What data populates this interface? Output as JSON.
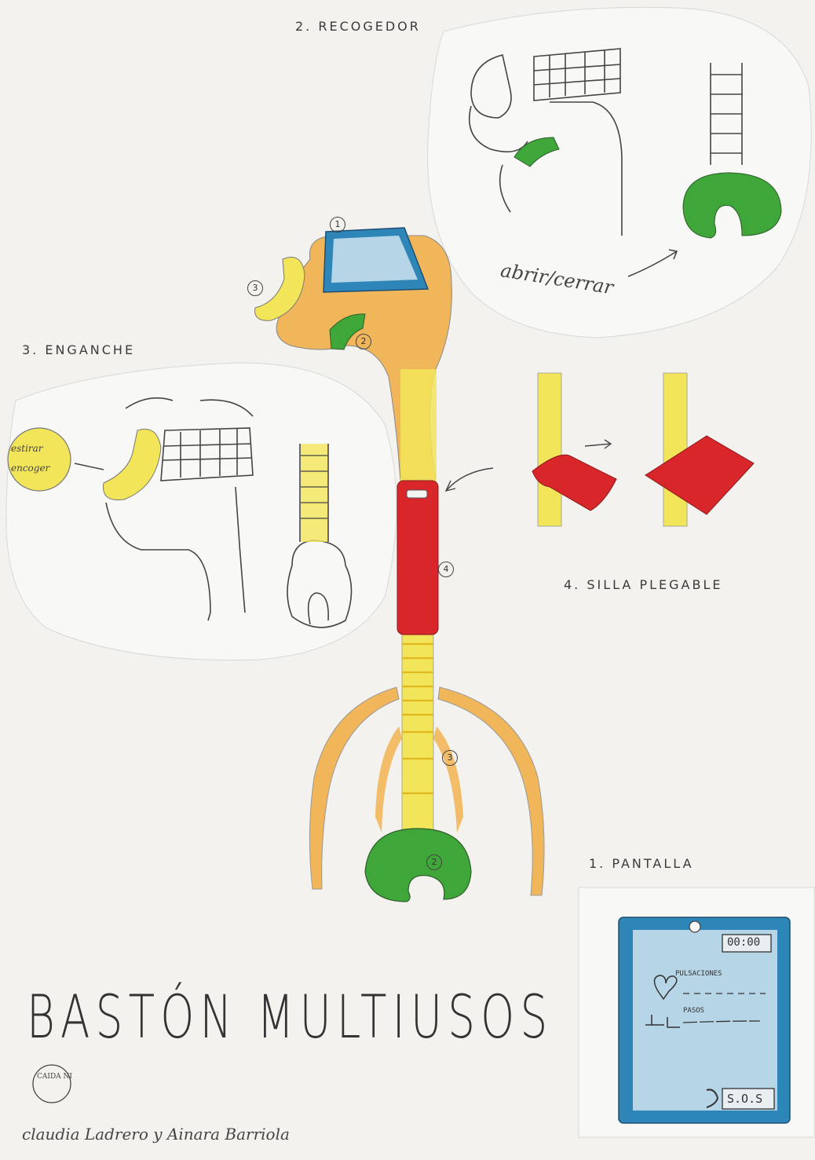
{
  "title": "BASTÓN MULTIUSOS",
  "authors": "claudia Ladrero y Ainara Barriola",
  "logo_text": "CAIDA NI",
  "sections": {
    "s1": "1. PANTALLA",
    "s2": "2. RECOGEDOR",
    "s3": "3. ENGANCHE",
    "s4": "4. SILLA PLEGABLE"
  },
  "annotations": {
    "open_close": "abrir/cerrar",
    "stretch": "estirar",
    "shrink": "encoger"
  },
  "screen": {
    "time": "00:00",
    "pulse_label": "PULSACIONES",
    "steps_label": "PASOS",
    "sos": "S.O.S"
  },
  "part_numbers": [
    "1",
    "2",
    "3",
    "4"
  ],
  "colors": {
    "paper": "#f3f2ee",
    "orange": "#f2b65a",
    "yellow": "#f3e55a",
    "red": "#d9262a",
    "green": "#3fa73a",
    "blue_frame": "#2e86b8",
    "blue_screen": "#b6d5e6"
  }
}
